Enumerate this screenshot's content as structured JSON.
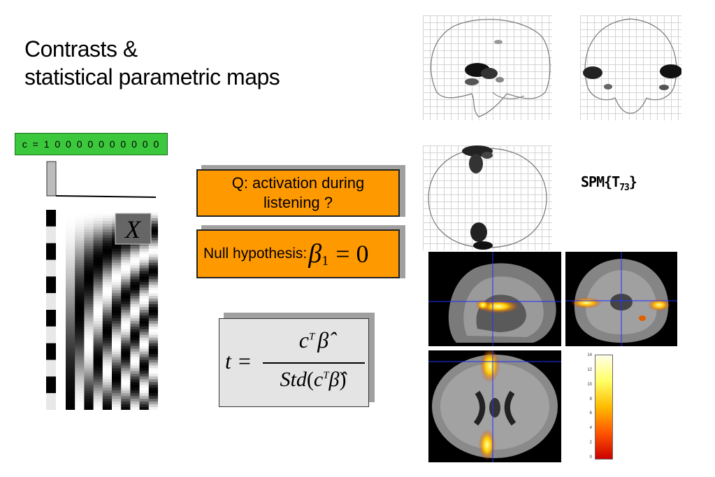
{
  "title": {
    "line1": "Contrasts &",
    "line2": "statistical parametric maps"
  },
  "contrast": {
    "label": "c = 1 0 0 0 0 0 0 0 0 0 0",
    "color": "#3cc83c"
  },
  "design_matrix": {
    "label": "X"
  },
  "question": {
    "line1": "Q: activation during",
    "line2": "listening ?"
  },
  "null_hypothesis": {
    "label": "Null hypothesis:",
    "beta": "β",
    "subscript": "1",
    "rhs": "= 0"
  },
  "t_formula": {
    "lhs": "t =",
    "numerator_c": "c",
    "superscript_T": "T",
    "beta_hat": "β̂",
    "denominator_std": "Std",
    "denominator_c": "c"
  },
  "spm": {
    "label": "SPM{T",
    "subscript": "73",
    "close": "}"
  },
  "colorbar": {
    "ticks": [
      "14",
      "12",
      "10",
      "8",
      "6",
      "4",
      "2",
      "0"
    ]
  },
  "colors": {
    "orange": "#ff9900",
    "box_gray": "#e4e4e4",
    "activation_hot": "#ffcc00"
  }
}
